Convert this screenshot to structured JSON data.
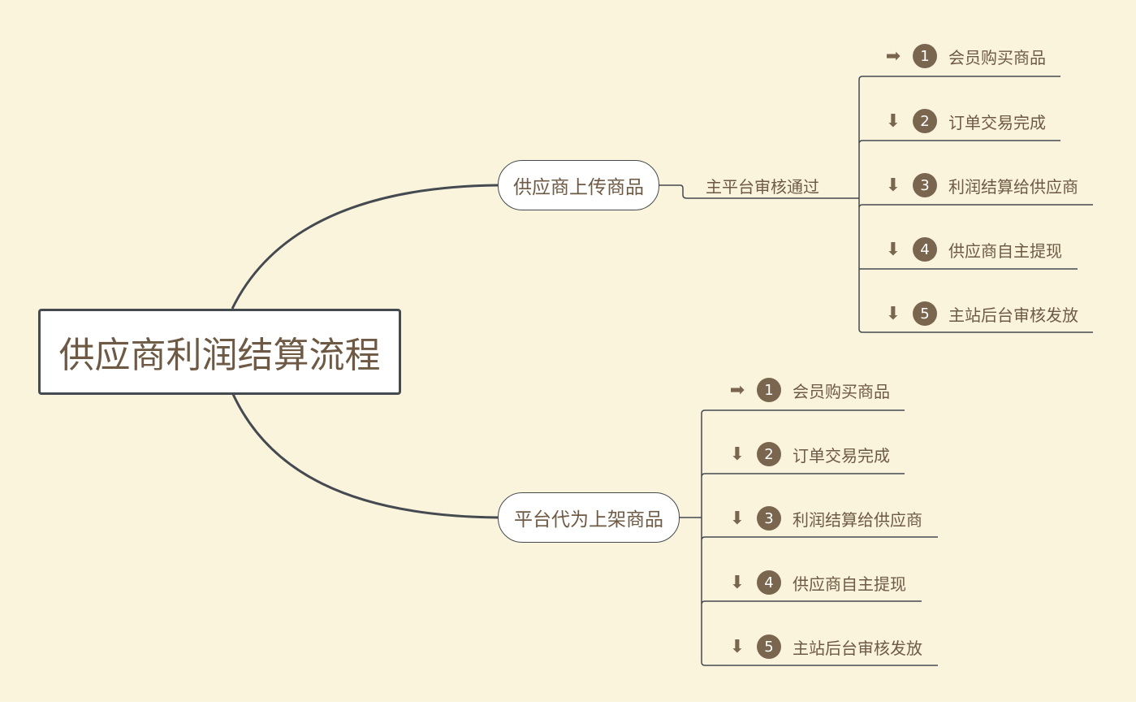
{
  "root": {
    "title": "供应商利润结算流程"
  },
  "branches": [
    {
      "title": "供应商上传商品",
      "label": "主平台审核通过",
      "steps": [
        {
          "icon": "arrow-right-icon",
          "num": "1",
          "text": "会员购买商品"
        },
        {
          "icon": "arrow-down-icon",
          "num": "2",
          "text": "订单交易完成"
        },
        {
          "icon": "arrow-down-icon",
          "num": "3",
          "text": "利润结算给供应商"
        },
        {
          "icon": "arrow-down-icon",
          "num": "4",
          "text": "供应商自主提现"
        },
        {
          "icon": "arrow-down-icon",
          "num": "5",
          "text": "主站后台审核发放"
        }
      ]
    },
    {
      "title": "平台代为上架商品",
      "steps": [
        {
          "icon": "arrow-right-icon",
          "num": "1",
          "text": "会员购买商品"
        },
        {
          "icon": "arrow-down-icon",
          "num": "2",
          "text": "订单交易完成"
        },
        {
          "icon": "arrow-down-icon",
          "num": "3",
          "text": "利润结算给供应商"
        },
        {
          "icon": "arrow-down-icon",
          "num": "4",
          "text": "供应商自主提现"
        },
        {
          "icon": "arrow-down-icon",
          "num": "5",
          "text": "主站后台审核发放"
        }
      ]
    }
  ],
  "colors": {
    "background": "#FBF4DD",
    "line": "#444A50",
    "accent": "#7A664E",
    "text": "#6E5A44"
  }
}
